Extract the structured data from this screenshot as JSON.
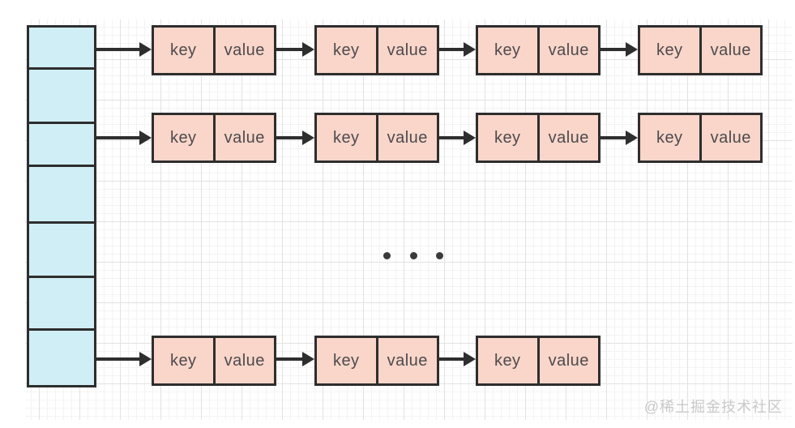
{
  "diagram": {
    "type": "hash-table-with-chained-linked-lists",
    "labels": {
      "key": "key",
      "value": "value"
    },
    "watermark": {
      "text": "@稀土掘金技术社区"
    },
    "structure": {
      "bucket_count": 7,
      "chains": [
        {
          "from_bucket": 1,
          "node_count": 4,
          "node_fields": [
            "key",
            "value"
          ]
        },
        {
          "from_bucket": 3,
          "node_count": 4,
          "node_fields": [
            "key",
            "value"
          ]
        },
        {
          "from_bucket": 7,
          "node_count": 3,
          "node_fields": [
            "key",
            "value"
          ]
        }
      ],
      "ellipsis_dots": 3
    },
    "colors": {
      "bucket_fill": "#d0eef5",
      "node_fill": "#f9d6c9",
      "stroke": "#2e2e2e",
      "label_text": "#4d4a4f",
      "grid_minor": "#f3f3f3",
      "grid_major": "#e2e2e2",
      "watermark_text": "#c9c9c9"
    }
  }
}
